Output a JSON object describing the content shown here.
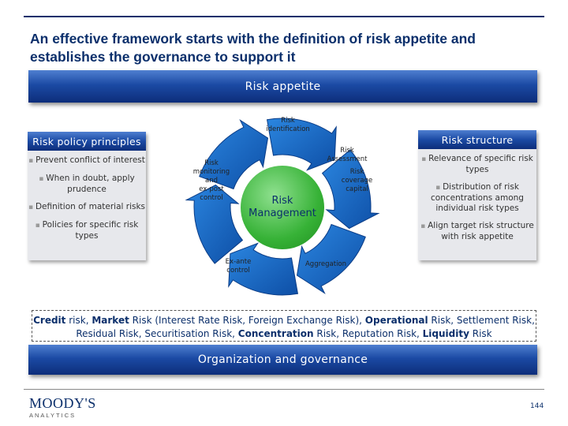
{
  "title": "An effective framework starts with the definition of risk appetite and establishes the governance to support it",
  "top_band": "Risk appetite",
  "left_panel": {
    "header": "Risk policy principles",
    "items": [
      "Prevent conflict of interest",
      "When in doubt, apply prudence",
      "Definition of material risks",
      "Policies for specific risk types"
    ]
  },
  "right_panel": {
    "header": "Risk structure",
    "items": [
      "Relevance of specific risk types",
      "Distribution of risk concentrations among individual risk types",
      "Align target risk structure with risk appetite"
    ]
  },
  "cycle": {
    "center": "Risk\nManagement",
    "steps": {
      "identification": "Risk\nidentification",
      "assessment": "Risk\nAssessment",
      "coverage": "Risk\ncoverage\ncapital",
      "aggregation": "Aggregation",
      "ex_ante": "Ex-ante\ncontrol",
      "monitoring": "Risk\nmonitoring\nand\nex-post\ncontrol"
    },
    "colors": {
      "arrow": "#1769c2",
      "arrow_edge": "#0b3c86",
      "center": "#3cb83c"
    }
  },
  "risk_types": {
    "credit": "Credit",
    "s1": " risk, ",
    "market": "Market",
    "s2": " Risk (Interest Rate Risk, Foreign Exchange Risk), ",
    "operational": "Operational",
    "s3": " Risk, Settlement Risk, Residual Risk, Securitisation Risk, ",
    "concentration": "Concentration",
    "s4": " Risk, Reputation Risk, ",
    "liquidity": "Liquidity",
    "s5": " Risk"
  },
  "bottom_band": "Organization and governance",
  "logo": {
    "main": "MOODY'S",
    "sub": "ANALYTICS"
  },
  "page_number": "144"
}
